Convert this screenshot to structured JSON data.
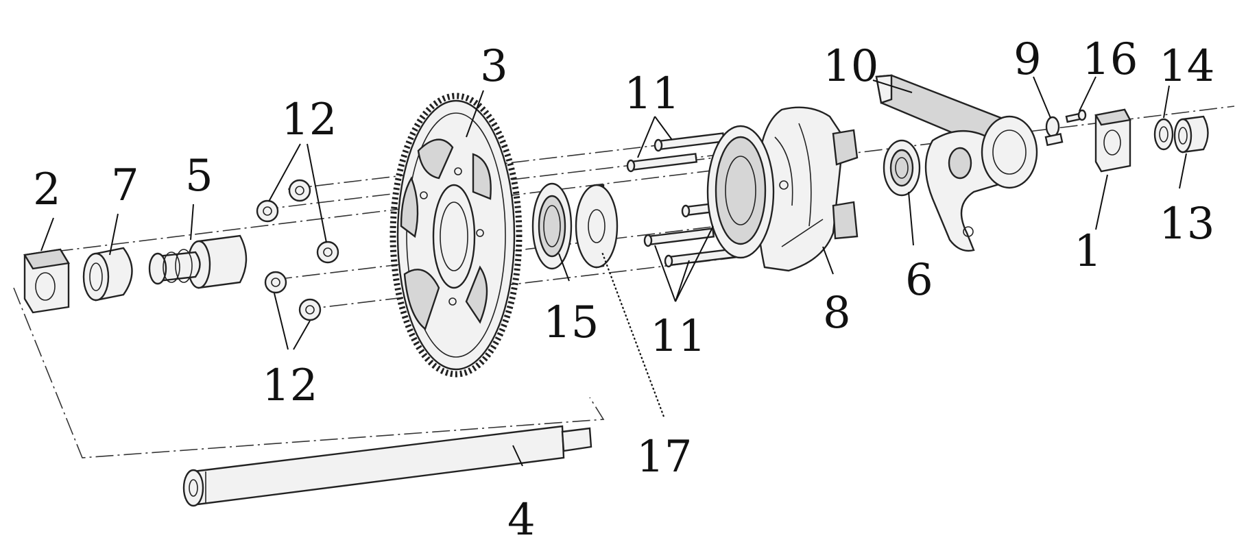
{
  "callouts": {
    "c1": "1",
    "c2": "2",
    "c3": "3",
    "c4": "4",
    "c5": "5",
    "c6": "6",
    "c7": "7",
    "c8": "8",
    "c9": "9",
    "c10": "10",
    "c11_top": "11",
    "c11_bottom": "11",
    "c12_top": "12",
    "c12_bottom": "12",
    "c13": "13",
    "c14": "14",
    "c15": "15",
    "c16": "16",
    "c17": "17"
  }
}
